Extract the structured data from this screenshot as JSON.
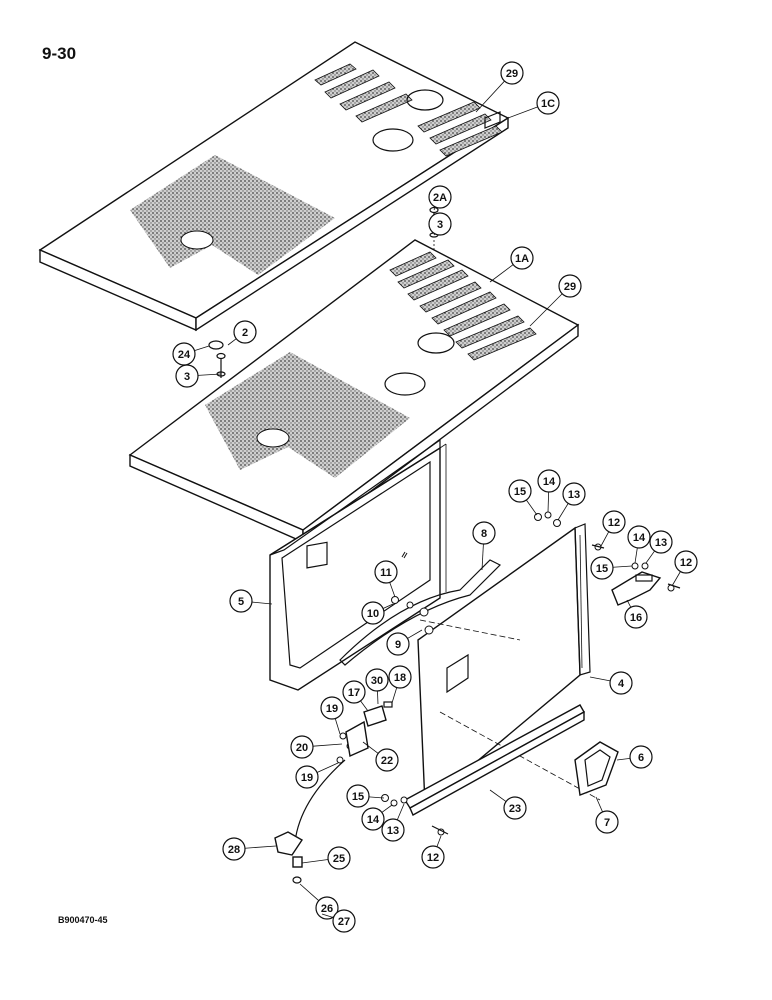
{
  "page": {
    "number": "9-30",
    "figure_code": "B900470-45"
  },
  "callouts": {
    "c1C": "1C",
    "c29a": "29",
    "c2A": "2A",
    "c3a": "3",
    "c1A": "1A",
    "c29b": "29",
    "c2": "2",
    "c24": "24",
    "c3b": "3",
    "c15a": "15",
    "c14a": "14",
    "c13a": "13",
    "c12a": "12",
    "c14b": "14",
    "c13b": "13",
    "c15b": "15",
    "c12b": "12",
    "c16": "16",
    "c8": "8",
    "c11": "11",
    "c10": "10",
    "c5": "5",
    "c9": "9",
    "c4": "4",
    "c30": "30",
    "c18": "18",
    "c17": "17",
    "c19a": "19",
    "c20": "20",
    "c22": "22",
    "c19b": "19",
    "c6": "6",
    "c15c": "15",
    "c14c": "14",
    "c13c": "13",
    "c23": "23",
    "c7": "7",
    "c12c": "12",
    "c28": "28",
    "c25": "25",
    "c26": "26",
    "c27": "27"
  }
}
